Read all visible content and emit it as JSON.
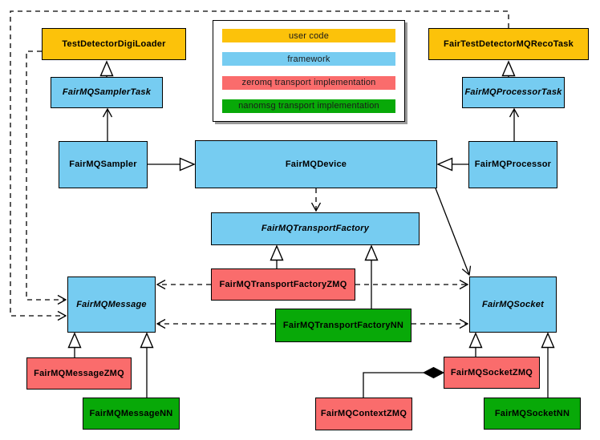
{
  "diagram": {
    "nodes": {
      "digi_loader": "TestDetectorDigiLoader",
      "reco_task": "FairTestDetectorMQRecoTask",
      "sampler_task": "FairMQSamplerTask",
      "processor_task": "FairMQProcessorTask",
      "sampler": "FairMQSampler",
      "device": "FairMQDevice",
      "processor": "FairMQProcessor",
      "transport_factory": "FairMQTransportFactory",
      "transport_factory_zmq": "FairMQTransportFactoryZMQ",
      "transport_factory_nn": "FairMQTransportFactoryNN",
      "message": "FairMQMessage",
      "socket": "FairMQSocket",
      "message_zmq": "FairMQMessageZMQ",
      "message_nn": "FairMQMessageNN",
      "context_zmq": "FairMQContextZMQ",
      "socket_zmq": "FairMQSocketZMQ",
      "socket_nn": "FairMQSocketNN"
    },
    "legend": {
      "items": [
        {
          "label": "user code",
          "color_key": "user_code"
        },
        {
          "label": "framework",
          "color_key": "framework"
        },
        {
          "label": "zeromq transport implementation",
          "color_key": "zeromq"
        },
        {
          "label": "nanomsg transport implementation",
          "color_key": "nanomsg"
        }
      ]
    },
    "colors": {
      "user_code": "#FCC20A",
      "framework": "#76CCF1",
      "zeromq": "#FA6C6C",
      "nanomsg": "#08A908",
      "line": "#000000",
      "legend_shadow": "#9a9a9a"
    },
    "edges": [
      {
        "from": "sampler_task",
        "to": "digi_loader",
        "type": "inheritance-triangle"
      },
      {
        "from": "processor_task",
        "to": "reco_task",
        "type": "inheritance-triangle"
      },
      {
        "from": "sampler",
        "to": "sampler_task",
        "type": "open-arrow"
      },
      {
        "from": "processor",
        "to": "processor_task",
        "type": "open-arrow"
      },
      {
        "from": "sampler",
        "to": "device",
        "type": "inheritance-triangle"
      },
      {
        "from": "processor",
        "to": "device",
        "type": "inheritance-triangle"
      },
      {
        "from": "transport_factory_zmq",
        "to": "transport_factory",
        "type": "inheritance-triangle"
      },
      {
        "from": "transport_factory_nn",
        "to": "transport_factory",
        "type": "inheritance-triangle"
      },
      {
        "from": "message_zmq",
        "to": "message",
        "type": "inheritance-triangle"
      },
      {
        "from": "message_nn",
        "to": "message",
        "type": "inheritance-triangle"
      },
      {
        "from": "socket_zmq",
        "to": "socket",
        "type": "inheritance-triangle"
      },
      {
        "from": "socket_nn",
        "to": "socket",
        "type": "inheritance-triangle"
      },
      {
        "from": "device",
        "to": "transport_factory",
        "type": "dashed-dependency"
      },
      {
        "from": "device",
        "to": "socket",
        "type": "solid-arrow"
      },
      {
        "from": "reco_task",
        "to": "message",
        "type": "dashed-dependency"
      },
      {
        "from": "digi_loader",
        "to": "message",
        "type": "dashed-dependency"
      },
      {
        "from": "transport_factory_zmq",
        "to": "message",
        "type": "dashed-dependency"
      },
      {
        "from": "transport_factory_nn",
        "to": "message",
        "type": "dashed-dependency"
      },
      {
        "from": "transport_factory_zmq",
        "to": "socket",
        "type": "dashed-dependency"
      },
      {
        "from": "transport_factory_nn",
        "to": "socket",
        "type": "dashed-dependency"
      },
      {
        "from": "context_zmq",
        "to": "socket_zmq",
        "type": "composition-diamond"
      }
    ]
  }
}
